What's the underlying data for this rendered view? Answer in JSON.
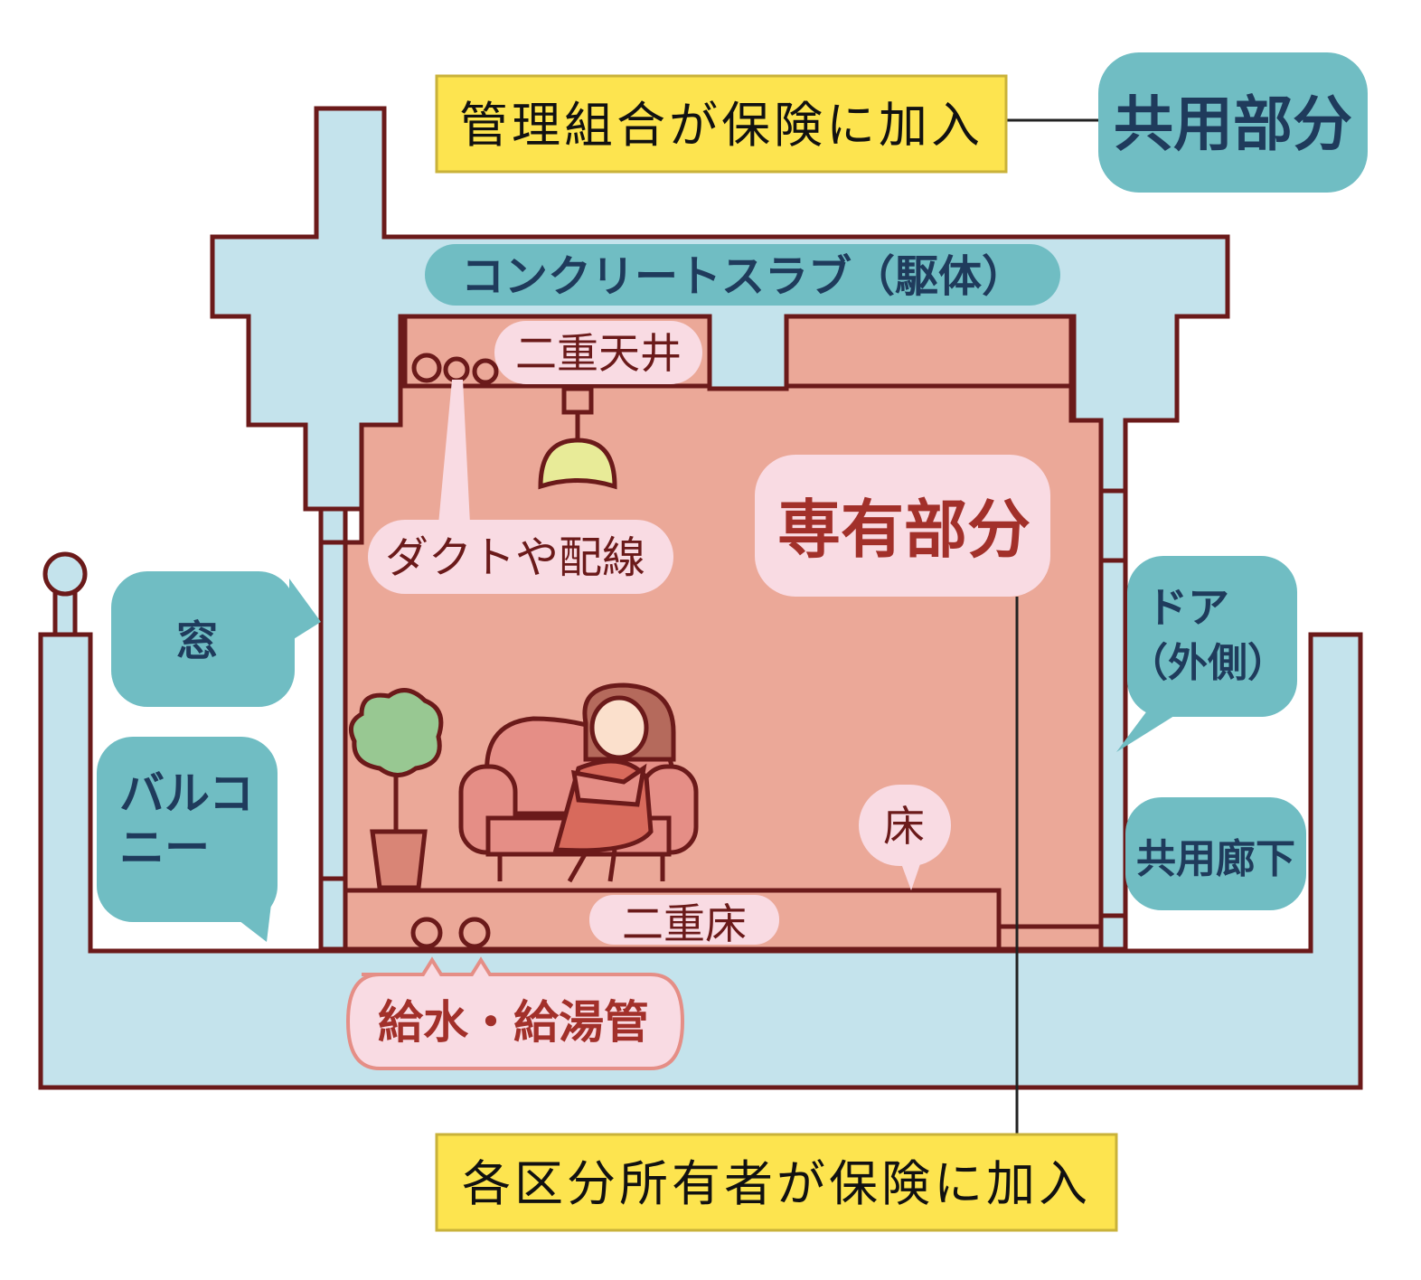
{
  "colors": {
    "structure_fill": "#c4e3ec",
    "private_fill": "#eba898",
    "outline": "#6b1a1a",
    "label_pink": "#f9dbe3",
    "teal_bubble": "#70bdc3",
    "yellow_box": "#fde44f",
    "navy_text": "#1f3b5c"
  },
  "common": {
    "insurance_note": "管理組合が保険に加入",
    "title": "共用部分",
    "slab": "コンクリートスラブ（駆体）",
    "window": "窓",
    "balcony_line1": "バルコ",
    "balcony_line2": "ニー",
    "door_line1": "ドア",
    "door_line2": "（外側）",
    "corridor": "共用廊下"
  },
  "private": {
    "title": "専有部分",
    "double_ceiling": "二重天井",
    "ducts": "ダクトや配線",
    "floor": "床",
    "double_floor": "二重床",
    "pipes": "給水・給湯管",
    "insurance_note": "各区分所有者が保険に加入"
  }
}
